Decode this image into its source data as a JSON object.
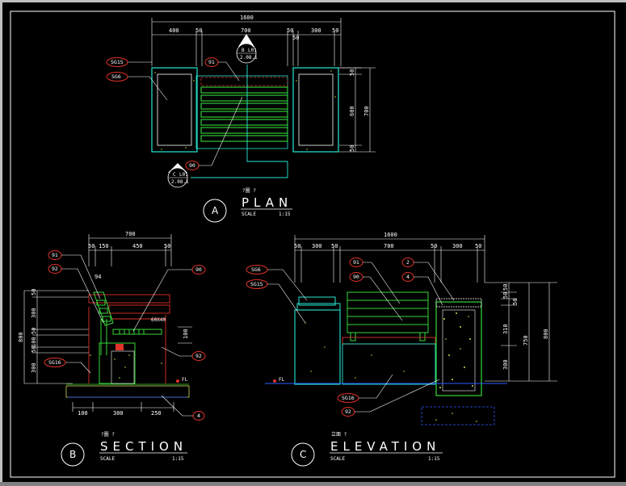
{
  "plan": {
    "title": "PLAN",
    "prefix": "?圖 ?",
    "scale_label": "SCALE",
    "scale_value": "1:15",
    "letter": "A",
    "dims_top": [
      "1600",
      "400",
      "50",
      "700",
      "50",
      "50",
      "300",
      "50"
    ],
    "dims_right": [
      "50",
      "600",
      "700",
      "50"
    ],
    "section_marker_b": {
      "letter": "B",
      "num": "L01",
      "sheet": "2.08.1"
    },
    "section_marker_c": {
      "letter": "C",
      "num": "L01",
      "sheet": "2.08.1"
    },
    "tags": [
      "SG15",
      "SG6",
      "91",
      "90"
    ]
  },
  "section": {
    "title": "SECTION",
    "prefix": "?圖 ?",
    "scale_label": "SCALE",
    "scale_value": "1:15",
    "letter": "B",
    "dims_top": [
      "700",
      "50",
      "150",
      "450",
      "50"
    ],
    "dims_left": [
      "50",
      "300",
      "50",
      "100",
      "50",
      "300"
    ],
    "dims_left_total": "800",
    "dims_bottom": [
      "100",
      "300",
      "250"
    ],
    "angle": "94",
    "inner_label": "60X40",
    "inner_dim": "100",
    "fl_label": "FL",
    "tags": [
      "91",
      "92",
      "90",
      "92",
      "SG16",
      "4"
    ]
  },
  "elevation": {
    "title": "ELEVATION",
    "prefix": "立面 ?",
    "scale_label": "SCALE",
    "scale_value": "1:15",
    "letter": "C",
    "dims_top": [
      "1600",
      "50",
      "300",
      "50",
      "700",
      "50",
      "300",
      "50"
    ],
    "dims_right": [
      "50",
      "50",
      "50",
      "310",
      "300"
    ],
    "dims_right_mid": "750",
    "dims_right_total": "800",
    "fl_label": "FL",
    "tags": [
      "SG6",
      "SG15",
      "91",
      "90",
      "2",
      "4",
      "SG16",
      "92"
    ]
  }
}
